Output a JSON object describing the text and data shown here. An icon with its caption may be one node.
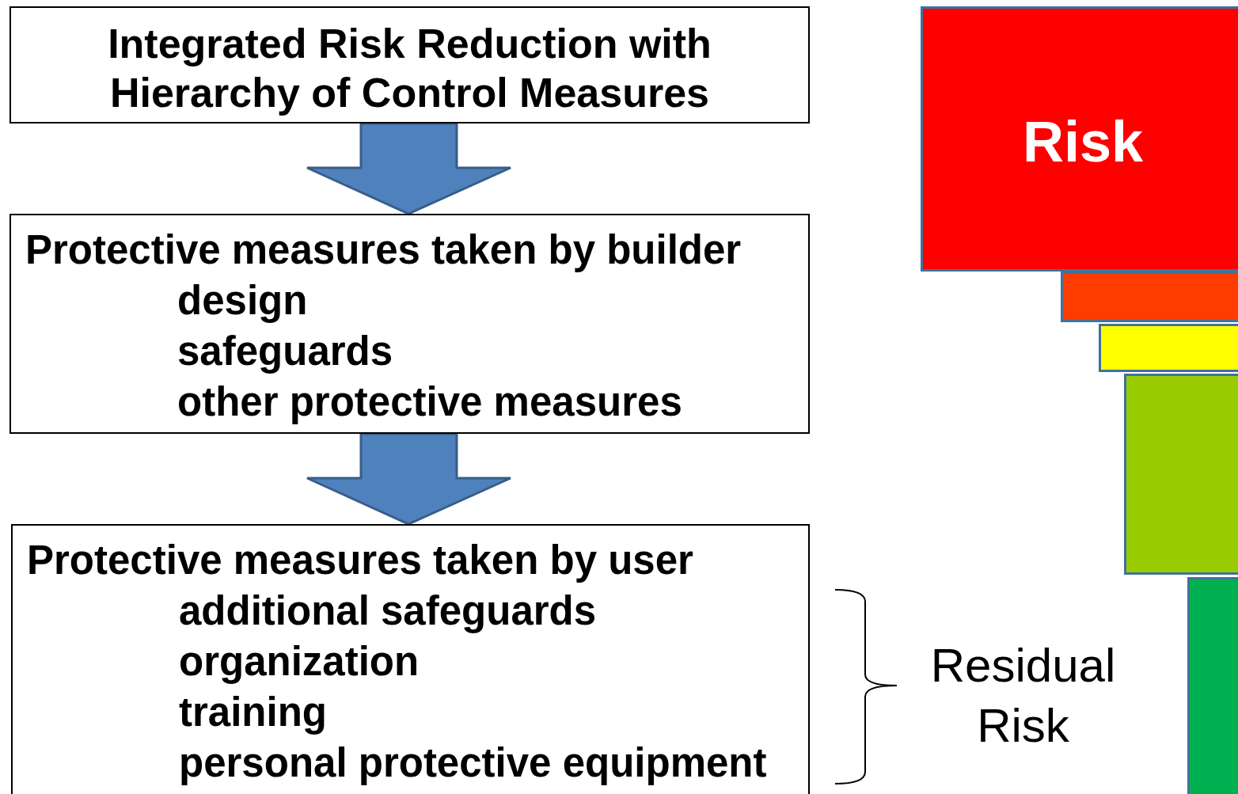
{
  "diagram": {
    "nodes": [
      {
        "text": [
          "Integrated Risk Reduction with Hierarchy of Control Measures"
        ]
      },
      {
        "text": [
          "Protective measures taken by builder",
          "design",
          "safeguards",
          "other protective measures"
        ]
      },
      {
        "text": [
          "Protective measures taken by user",
          "additional safeguards",
          "organization",
          "training",
          "personal protective equipment"
        ]
      },
      {
        "text": [
          "Risk"
        ]
      },
      {
        "text": [],
        "shape": "bar"
      },
      {
        "text": [],
        "shape": "bar"
      },
      {
        "text": [],
        "shape": "bar"
      },
      {
        "text": [],
        "shape": "bar"
      }
    ],
    "edges": [
      {
        "from": 0,
        "to": 1,
        "arrow": "to",
        "style": "thick"
      },
      {
        "from": 1,
        "to": 2,
        "arrow": "to",
        "style": "thick"
      }
    ],
    "labels": [
      "Residual Risk"
    ]
  }
}
